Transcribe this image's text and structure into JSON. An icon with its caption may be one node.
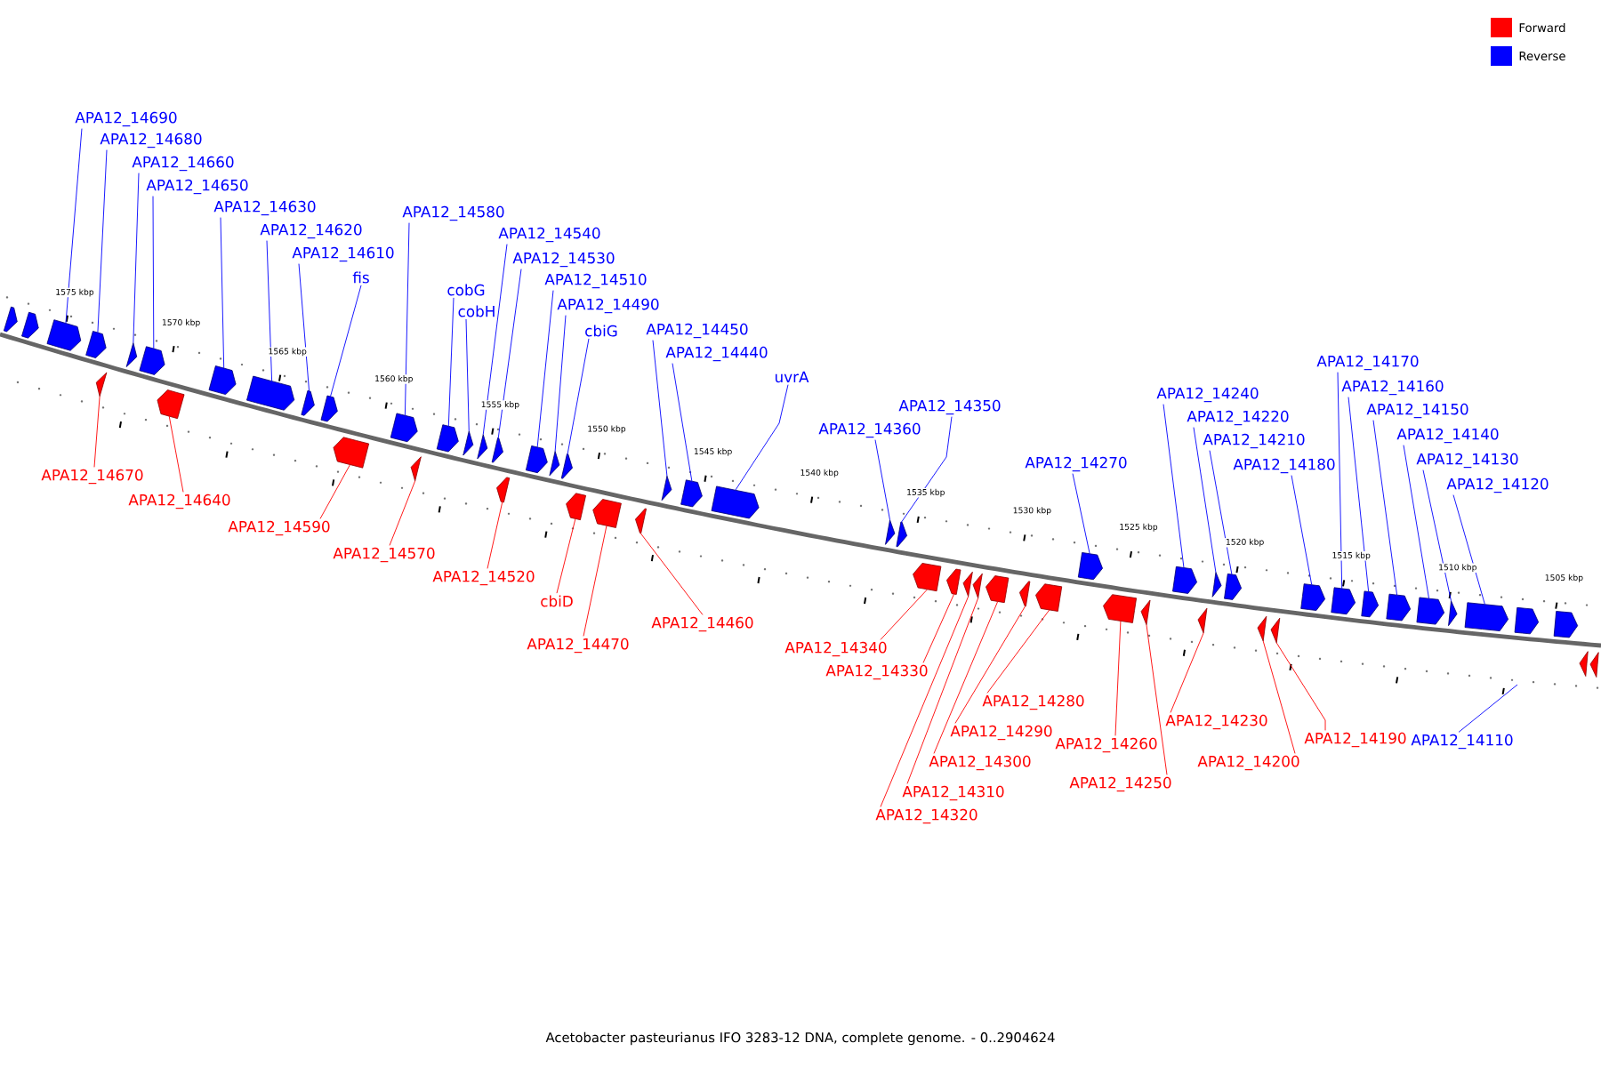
{
  "diagram": {
    "caption": "Acetobacter pasteurianus IFO 3283-12 DNA, complete genome. - 0..2904624",
    "nodes": [
      {
        "text": [],
        "shape": "pentagon"
      },
      {
        "text": [],
        "shape": "pentagon"
      },
      {
        "text": [],
        "shape": "pentagon"
      },
      {
        "text": [],
        "shape": "pentagon"
      },
      {
        "text": [],
        "shape": "pentagon"
      },
      {
        "text": [],
        "shape": "pentagon"
      },
      {
        "text": [],
        "shape": "pentagon"
      },
      {
        "text": [],
        "shape": "pentagon"
      },
      {
        "text": [],
        "shape": "pentagon"
      },
      {
        "text": [],
        "shape": "pentagon"
      },
      {
        "text": [],
        "shape": "pentagon"
      },
      {
        "text": [],
        "shape": "pentagon"
      },
      {
        "text": [],
        "shape": "pentagon"
      },
      {
        "text": [],
        "shape": "pentagon"
      },
      {
        "text": [],
        "shape": "pentagon"
      },
      {
        "text": [],
        "shape": "pentagon"
      },
      {
        "text": [],
        "shape": "pentagon"
      },
      {
        "text": [],
        "shape": "pentagon"
      },
      {
        "text": [],
        "shape": "pentagon"
      },
      {
        "text": [],
        "shape": "pentagon"
      },
      {
        "text": [],
        "shape": "pentagon"
      },
      {
        "text": [],
        "shape": "pentagon"
      },
      {
        "text": [],
        "shape": "pentagon"
      },
      {
        "text": [],
        "shape": "pentagon"
      },
      {
        "text": [],
        "shape": "pentagon"
      },
      {
        "text": [],
        "shape": "pentagon"
      },
      {
        "text": [],
        "shape": "pentagon"
      },
      {
        "text": [],
        "shape": "pentagon"
      },
      {
        "text": [],
        "shape": "pentagon"
      },
      {
        "text": [],
        "shape": "pentagon"
      },
      {
        "text": [],
        "shape": "pentagon"
      },
      {
        "text": [],
        "shape": "pentagon"
      },
      {
        "text": [],
        "shape": "pentagon"
      },
      {
        "text": [],
        "shape": "pentagon"
      },
      {
        "text": [],
        "shape": "pentagon"
      },
      {
        "text": [],
        "shape": "pentagon"
      },
      {
        "text": [],
        "shape": "pentagon"
      },
      {
        "text": [],
        "shape": "pentagon"
      },
      {
        "text": [],
        "shape": "pentagon"
      },
      {
        "text": [],
        "shape": "pentagon"
      },
      {
        "text": [],
        "shape": "pentagon"
      },
      {
        "text": [],
        "shape": "pentagon"
      },
      {
        "text": [],
        "shape": "pentagon"
      },
      {
        "text": [],
        "shape": "pentagon"
      },
      {
        "text": [],
        "shape": "pentagon"
      },
      {
        "text": [],
        "shape": "pentagon"
      },
      {
        "text": [],
        "shape": "pentagon"
      },
      {
        "text": [],
        "shape": "pentagon"
      },
      {
        "text": [],
        "shape": "pentagon"
      },
      {
        "text": [],
        "shape": "pentagon"
      },
      {
        "text": [],
        "shape": "pentagon"
      },
      {
        "text": [],
        "shape": "pentagon"
      },
      {
        "text": [],
        "shape": "pentagon"
      },
      {
        "text": [],
        "shape": "pentagon"
      },
      {
        "text": [],
        "shape": "pentagon"
      },
      {
        "text": [],
        "shape": "pentagon"
      },
      {
        "text": [],
        "shape": "pentagon"
      },
      {
        "text": [],
        "shape": "pentagon"
      },
      {
        "text": [
          "APA12_14690"
        ]
      },
      {
        "text": [
          "APA12_14680"
        ]
      },
      {
        "text": [
          "APA12_14660"
        ]
      },
      {
        "text": [
          "APA12_14650"
        ]
      },
      {
        "text": [
          "APA12_14630"
        ]
      },
      {
        "text": [
          "APA12_14620"
        ]
      },
      {
        "text": [
          "APA12_14610"
        ]
      },
      {
        "text": [
          "fis"
        ]
      },
      {
        "text": [
          "APA12_14580"
        ]
      },
      {
        "text": [
          "APA12_14540"
        ]
      },
      {
        "text": [
          "APA12_14530"
        ]
      },
      {
        "text": [
          "cobG"
        ]
      },
      {
        "text": [
          "cobH"
        ]
      },
      {
        "text": [
          "APA12_14510"
        ]
      },
      {
        "text": [
          "APA12_14490"
        ]
      },
      {
        "text": [
          "cbiG"
        ]
      },
      {
        "text": [
          "APA12_14450"
        ]
      },
      {
        "text": [
          "APA12_14440"
        ]
      },
      {
        "text": [
          "uvrA"
        ]
      },
      {
        "text": [
          "APA12_14350"
        ]
      },
      {
        "text": [
          "APA12_14360"
        ]
      },
      {
        "text": [
          "APA12_14270"
        ]
      },
      {
        "text": [
          "APA12_14240"
        ]
      },
      {
        "text": [
          "APA12_14220"
        ]
      },
      {
        "text": [
          "APA12_14210"
        ]
      },
      {
        "text": [
          "APA12_14180"
        ]
      },
      {
        "text": [
          "APA12_14170"
        ]
      },
      {
        "text": [
          "APA12_14160"
        ]
      },
      {
        "text": [
          "APA12_14150"
        ]
      },
      {
        "text": [
          "APA12_14140"
        ]
      },
      {
        "text": [
          "APA12_14130"
        ]
      },
      {
        "text": [
          "APA12_14120"
        ]
      },
      {
        "text": [
          "APA12_14110"
        ]
      },
      {
        "text": [
          "APA12_14670"
        ]
      },
      {
        "text": [
          "APA12_14640"
        ]
      },
      {
        "text": [
          "APA12_14590"
        ]
      },
      {
        "text": [
          "APA12_14570"
        ]
      },
      {
        "text": [
          "APA12_14520"
        ]
      },
      {
        "text": [
          "cbiD"
        ]
      },
      {
        "text": [
          "APA12_14470"
        ]
      },
      {
        "text": [
          "APA12_14460"
        ]
      },
      {
        "text": [
          "APA12_14340"
        ]
      },
      {
        "text": [
          "APA12_14330"
        ]
      },
      {
        "text": [
          "APA12_14280"
        ]
      },
      {
        "text": [
          "APA12_14300"
        ]
      },
      {
        "text": [
          "APA12_14290"
        ]
      },
      {
        "text": [
          "APA12_14310"
        ]
      },
      {
        "text": [
          "APA12_14320"
        ]
      },
      {
        "text": [
          "APA12_14260"
        ]
      },
      {
        "text": [
          "APA12_14250"
        ]
      },
      {
        "text": [
          "APA12_14230"
        ]
      },
      {
        "text": [
          "APA12_14200"
        ]
      },
      {
        "text": [
          "APA12_14190"
        ]
      }
    ],
    "edges": [
      {
        "from": 58,
        "to": 2,
        "arrow": "none"
      },
      {
        "from": 59,
        "to": 3,
        "arrow": "none"
      },
      {
        "from": 60,
        "to": 5,
        "arrow": "none"
      },
      {
        "from": 61,
        "to": 6,
        "arrow": "none"
      },
      {
        "from": 62,
        "to": 8,
        "arrow": "none"
      },
      {
        "from": 63,
        "to": 9,
        "arrow": "none"
      },
      {
        "from": 64,
        "to": 10,
        "arrow": "none"
      },
      {
        "from": 65,
        "to": 11,
        "arrow": "none"
      },
      {
        "from": 66,
        "to": 13,
        "arrow": "none"
      },
      {
        "from": 67,
        "to": 17,
        "arrow": "none"
      },
      {
        "from": 68,
        "to": 18,
        "arrow": "none"
      },
      {
        "from": 69,
        "to": 15,
        "arrow": "none"
      },
      {
        "from": 70,
        "to": 16,
        "arrow": "none"
      },
      {
        "from": 71,
        "to": 20,
        "arrow": "none"
      },
      {
        "from": 72,
        "to": 21,
        "arrow": "none"
      },
      {
        "from": 73,
        "to": 22,
        "arrow": "none"
      },
      {
        "from": 74,
        "to": 26,
        "arrow": "none"
      },
      {
        "from": 75,
        "to": 27,
        "arrow": "none"
      },
      {
        "from": 76,
        "to": 28,
        "arrow": "none"
      },
      {
        "from": 77,
        "to": 30,
        "arrow": "none"
      },
      {
        "from": 78,
        "to": 29,
        "arrow": "none"
      },
      {
        "from": 79,
        "to": 38,
        "arrow": "none"
      },
      {
        "from": 80,
        "to": 41,
        "arrow": "none"
      },
      {
        "from": 81,
        "to": 43,
        "arrow": "none"
      },
      {
        "from": 82,
        "to": 44,
        "arrow": "none"
      },
      {
        "from": 83,
        "to": 47,
        "arrow": "none"
      },
      {
        "from": 84,
        "to": 48,
        "arrow": "none"
      },
      {
        "from": 85,
        "to": 49,
        "arrow": "none"
      },
      {
        "from": 86,
        "to": 50,
        "arrow": "none"
      },
      {
        "from": 87,
        "to": 51,
        "arrow": "none"
      },
      {
        "from": 88,
        "to": 52,
        "arrow": "none"
      },
      {
        "from": 89,
        "to": 53,
        "arrow": "none"
      },
      {
        "from": 90,
        "to": null,
        "arrow": "none"
      },
      {
        "from": 91,
        "to": 4,
        "arrow": "none",
        "color": "#ff0000"
      },
      {
        "from": 92,
        "to": 7,
        "arrow": "none",
        "color": "#ff0000"
      },
      {
        "from": 93,
        "to": 12,
        "arrow": "none",
        "color": "#ff0000"
      },
      {
        "from": 94,
        "to": 14,
        "arrow": "none",
        "color": "#ff0000"
      },
      {
        "from": 95,
        "to": 19,
        "arrow": "none",
        "color": "#ff0000"
      },
      {
        "from": 96,
        "to": 23,
        "arrow": "none",
        "color": "#ff0000"
      },
      {
        "from": 97,
        "to": 24,
        "arrow": "none",
        "color": "#ff0000"
      },
      {
        "from": 98,
        "to": 25,
        "arrow": "none",
        "color": "#ff0000"
      },
      {
        "from": 99,
        "to": 31,
        "arrow": "none",
        "color": "#ff0000"
      },
      {
        "from": 100,
        "to": 32,
        "arrow": "none",
        "color": "#ff0000"
      },
      {
        "from": 101,
        "to": 37,
        "arrow": "none",
        "color": "#ff0000"
      },
      {
        "from": 102,
        "to": 35,
        "arrow": "none",
        "color": "#ff0000"
      },
      {
        "from": 103,
        "to": 36,
        "arrow": "none",
        "color": "#ff0000"
      },
      {
        "from": 104,
        "to": 34,
        "arrow": "none",
        "color": "#ff0000"
      },
      {
        "from": 105,
        "to": 33,
        "arrow": "none",
        "color": "#ff0000"
      },
      {
        "from": 106,
        "to": 39,
        "arrow": "none",
        "color": "#ff0000"
      },
      {
        "from": 107,
        "to": 40,
        "arrow": "none",
        "color": "#ff0000"
      },
      {
        "from": 108,
        "to": 42,
        "arrow": "none",
        "color": "#ff0000"
      },
      {
        "from": 109,
        "to": 45,
        "arrow": "none",
        "color": "#ff0000"
      },
      {
        "from": 110,
        "to": 46,
        "arrow": "none",
        "color": "#ff0000"
      }
    ],
    "labels": [
      "1575 kbp",
      "1570 kbp",
      "1565 kbp",
      "1560 kbp",
      "1555 kbp",
      "1550 kbp",
      "1545 kbp",
      "1540 kbp",
      "1535 kbp",
      "1530 kbp",
      "1525 kbp",
      "1520 kbp",
      "1515 kbp",
      "1510 kbp",
      "1505 kbp"
    ],
    "legend": [
      {
        "text": "Forward",
        "color": "#ff0000"
      },
      {
        "text": "Reverse",
        "color": "#0000ff"
      }
    ]
  }
}
